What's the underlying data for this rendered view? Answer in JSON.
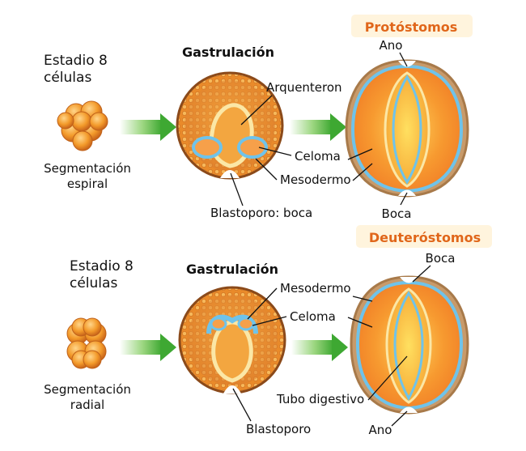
{
  "colors": {
    "group_title": "#e0661a",
    "group_title_bg": "#fff4dd",
    "arrow": "#4aae3a",
    "embryo_orange": "#f39a2a",
    "mesoderm_blue": "#7cc7e8"
  },
  "protostomes": {
    "stage_line1": "Estadio 8",
    "stage_line2": "células",
    "cleavage_line1": "Segmentación",
    "cleavage_line2": "espiral",
    "gastrulation_title": "Gastrulación",
    "archenteron": "Arquenteron",
    "coelom": "Celoma",
    "mesoderm": "Mesodermo",
    "blastopore": "Blastoporo: boca",
    "group_title": "Protóstomos",
    "anus": "Ano",
    "mouth": "Boca"
  },
  "deuterostomes": {
    "stage_line1": "Estadio 8",
    "stage_line2": "células",
    "cleavage_line1": "Segmentación",
    "cleavage_line2": "radial",
    "gastrulation_title": "Gastrulación",
    "mesoderm": "Mesodermo",
    "coelom": "Celoma",
    "blastopore": "Blastoporo",
    "group_title": "Deuteróstomos",
    "mouth": "Boca",
    "gut": "Tubo digestivo",
    "anus": "Ano"
  }
}
